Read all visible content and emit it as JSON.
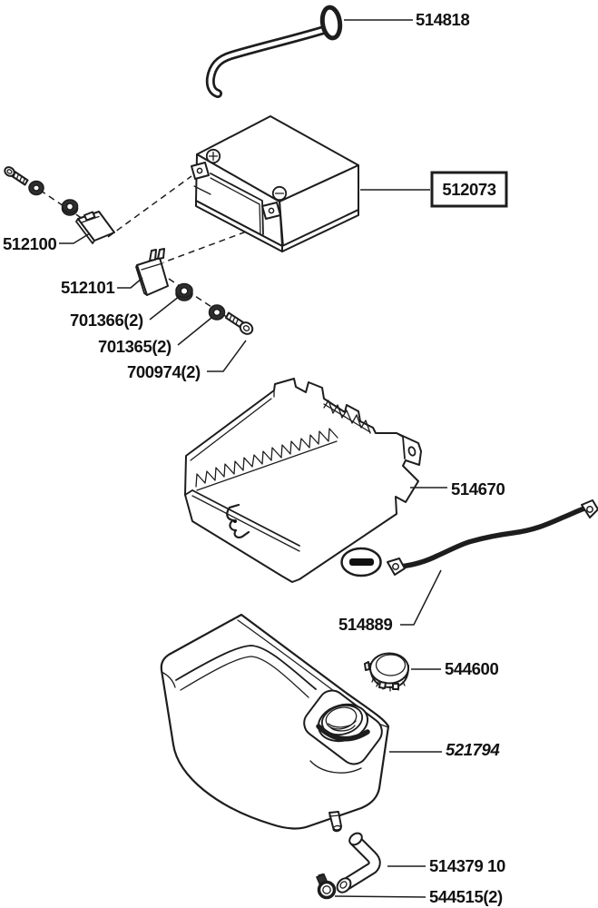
{
  "colors": {
    "background": "#ffffff",
    "line": "#1d1d1d",
    "label": "#111111"
  },
  "parts": {
    "handle": {
      "label": "514818"
    },
    "battery": {
      "label": "512073",
      "boxed": true
    },
    "bracket_upper": {
      "label": "512100"
    },
    "bracket_lower": {
      "label": "512101"
    },
    "flange_nut": {
      "label": "701366(2)"
    },
    "washer": {
      "label": "701365(2)"
    },
    "screw": {
      "label": "700974(2)"
    },
    "battery_box": {
      "label": "514670"
    },
    "ground_cable": {
      "label": "514889"
    },
    "fuel_cap": {
      "label": "544600"
    },
    "fuel_tank": {
      "label": "521794",
      "italic": true
    },
    "fuel_hose": {
      "label": "514379 10"
    },
    "hose_clamp": {
      "label": "544515(2)"
    }
  }
}
